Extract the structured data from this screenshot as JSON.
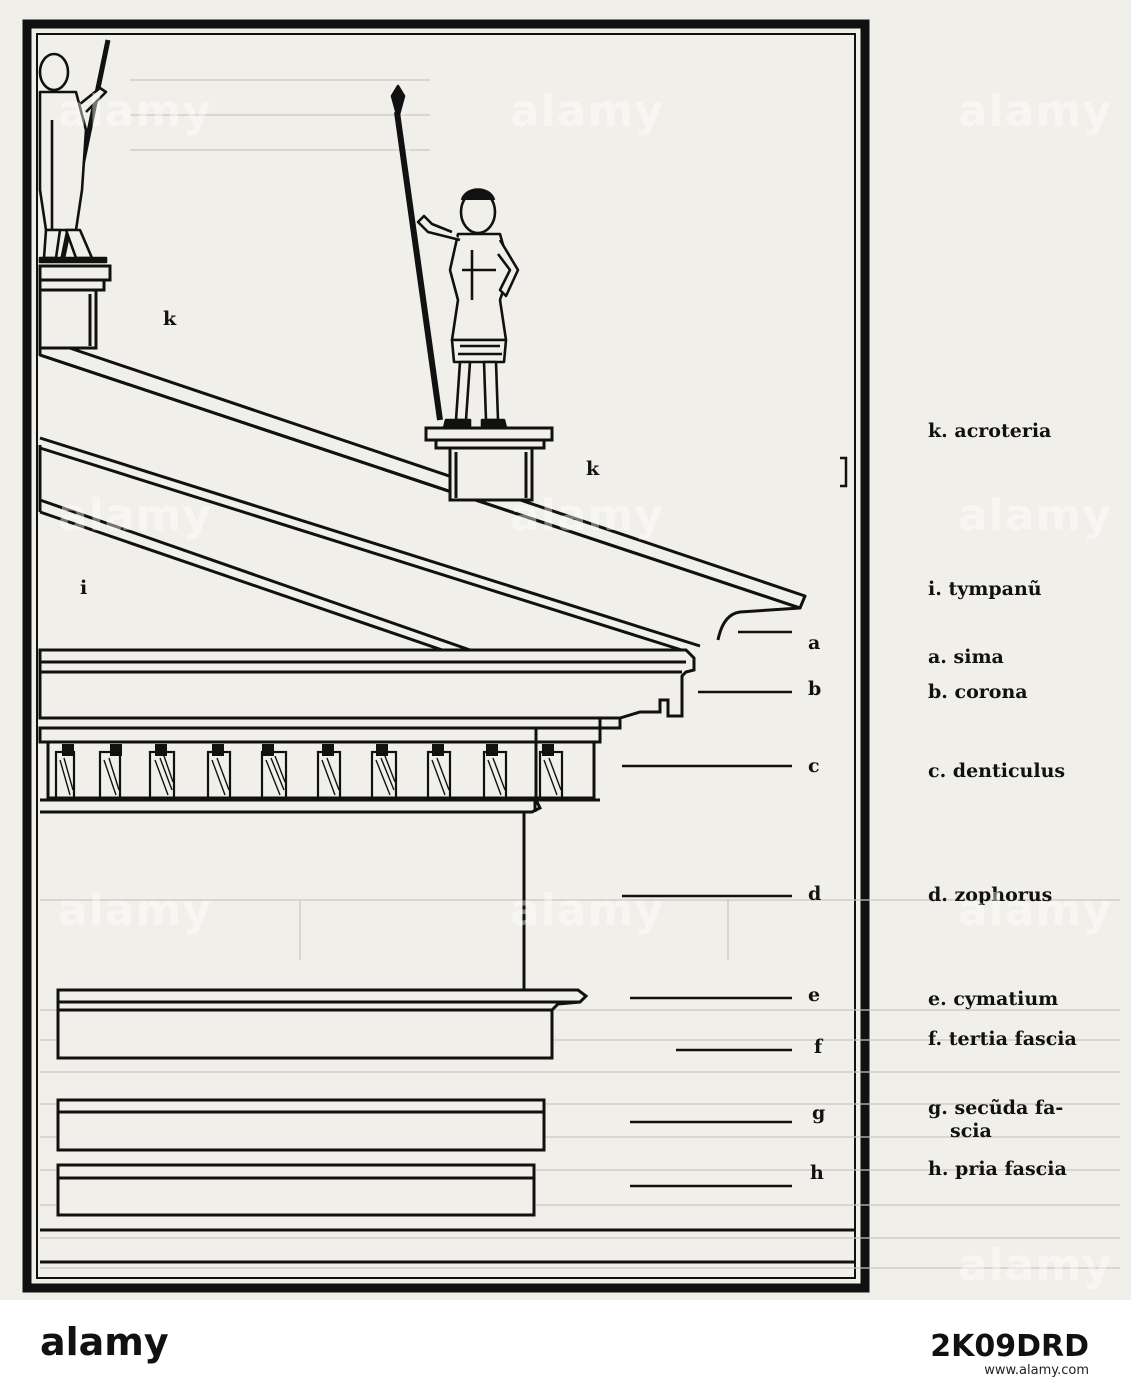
{
  "plate": {
    "figure_letters": {
      "k_upper": "k",
      "k_lower": "k",
      "i": "i",
      "a": "a",
      "b": "b",
      "c": "c",
      "d": "d",
      "e": "e",
      "f": "f",
      "g": "g",
      "h": "h"
    },
    "legend": {
      "k": "k. acroteria",
      "i": "i. tympanũ",
      "a": "a. sima",
      "b": "b. corona",
      "c": "c. denticulus",
      "d": "d.  zophorus",
      "e": "e. cymatium",
      "f": "f. tertia fascia",
      "g_line1": "g. secũda fa-",
      "g_line2": "scia",
      "h": "h. pria fascia"
    }
  },
  "watermark": {
    "text": "alamy"
  },
  "footer": {
    "logo": "alamy",
    "image_id": "2K09DRD",
    "site": "www.alamy.com"
  },
  "colors": {
    "paper": "#f1efe9",
    "ink": "#111111",
    "footer_bg": "#ffffff"
  }
}
